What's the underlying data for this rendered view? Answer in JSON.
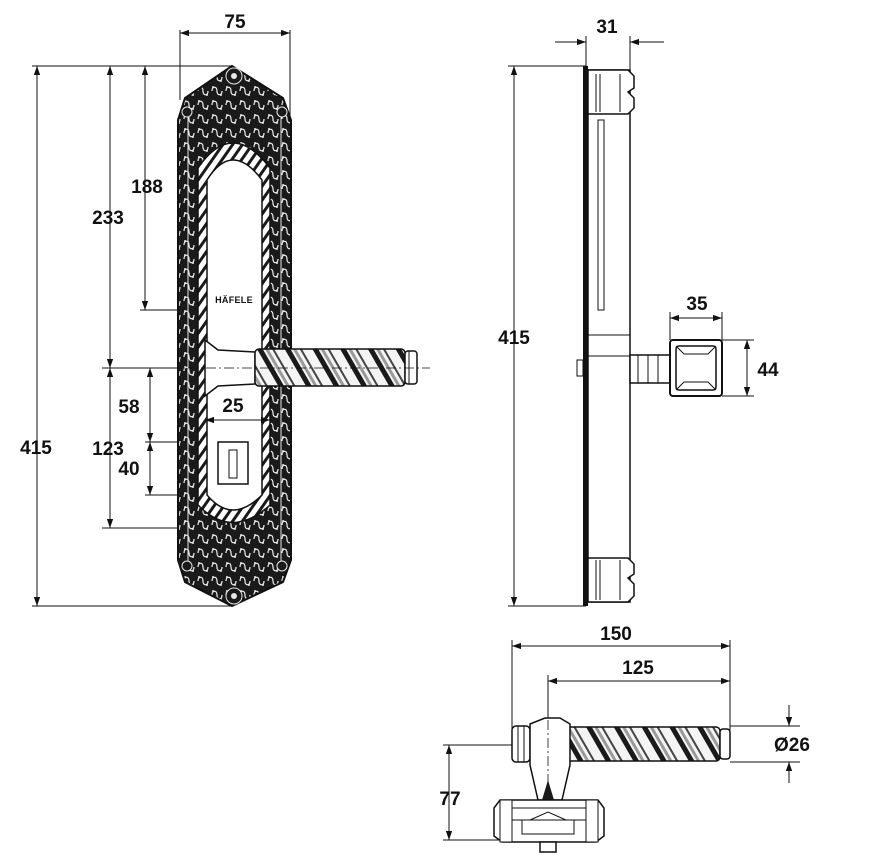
{
  "brand": "HÄFELE",
  "colors": {
    "line": "#111111",
    "fill_dark": "#1a1a1a",
    "fill_mid": "#6b6b6b",
    "fill_light": "#d9d9d9",
    "background": "#ffffff"
  },
  "front_view": {
    "width": "75",
    "height_total": "415",
    "to_lever_axis": "233",
    "to_mark": "188",
    "lever_to_cylinder": "58",
    "lever_to_lower_plate": "123",
    "cylinder_height": "40",
    "cylinder_width": "25"
  },
  "side_view": {
    "depth": "31",
    "height_total": "415",
    "knob_width": "35",
    "knob_height": "44"
  },
  "top_view": {
    "lever_length": "150",
    "lever_from_axis": "125",
    "grip_diameter": "Ø26",
    "projection": "77"
  }
}
